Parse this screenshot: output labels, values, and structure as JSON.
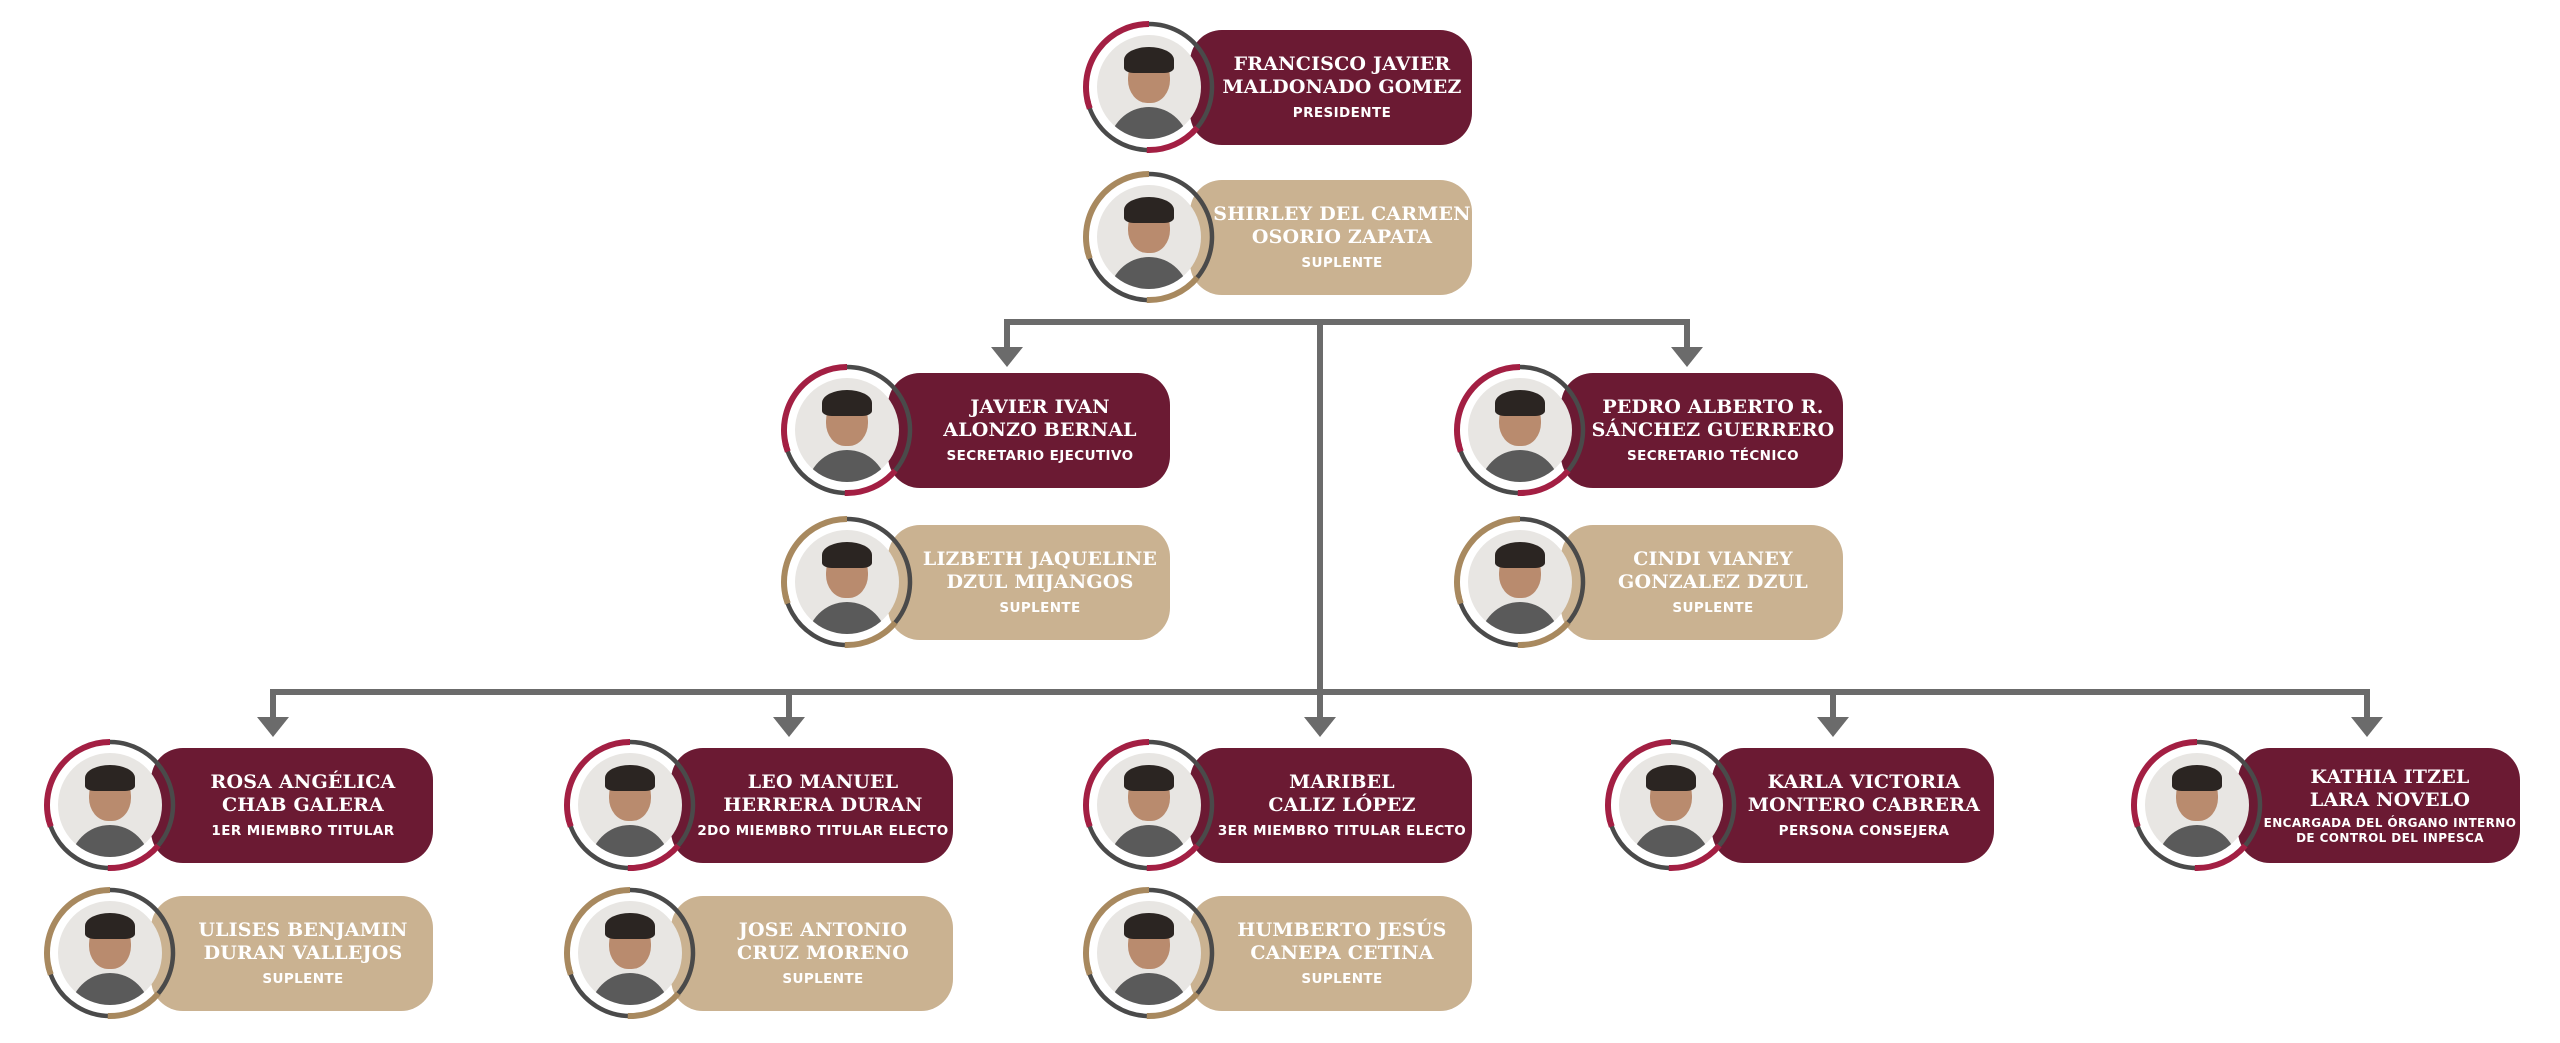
{
  "colors": {
    "titular_box": "#6b1a33",
    "suplente_box": "#cab291",
    "titular_accent": "#a31f43",
    "suplente_accent": "#a8895f",
    "ring_gray": "#4a4a4a",
    "connector": "#6b6b6b",
    "text": "#ffffff"
  },
  "members": [
    {
      "id": "president",
      "type": "titular",
      "name_line1": "FRANCISCO JAVIER",
      "name_line2": "MALDONADO GOMEZ",
      "role": "PRESIDENTE",
      "photo": "photo-icon"
    },
    {
      "id": "president-suplente",
      "type": "suplente",
      "name_line1": "SHIRLEY DEL CARMEN",
      "name_line2": "OSORIO ZAPATA",
      "role": "SUPLENTE",
      "photo": "photo-icon"
    },
    {
      "id": "sec-ejecutivo",
      "type": "titular",
      "name_line1": "JAVIER IVAN",
      "name_line2": "ALONZO BERNAL",
      "role": "SECRETARIO EJECUTIVO",
      "photo": "photo-icon"
    },
    {
      "id": "sec-ejecutivo-suplente",
      "type": "suplente",
      "name_line1": "LIZBETH JAQUELINE",
      "name_line2": "DZUL MIJANGOS",
      "role": "SUPLENTE",
      "photo": "photo-icon"
    },
    {
      "id": "sec-tecnico",
      "type": "titular",
      "name_line1": "PEDRO ALBERTO R.",
      "name_line2": "SÁNCHEZ GUERRERO",
      "role": "SECRETARIO TÉCNICO",
      "photo": "photo-icon"
    },
    {
      "id": "sec-tecnico-suplente",
      "type": "suplente",
      "name_line1": "CINDI VIANEY",
      "name_line2": "GONZALEZ DZUL",
      "role": "SUPLENTE",
      "photo": "photo-icon"
    },
    {
      "id": "miembro-1",
      "type": "titular",
      "name_line1": "ROSA ANGÉLICA",
      "name_line2": "CHAB GALERA",
      "role": "1ER MIEMBRO TITULAR",
      "photo": "photo-icon"
    },
    {
      "id": "miembro-1-suplente",
      "type": "suplente",
      "name_line1": "ULISES BENJAMIN",
      "name_line2": "DURAN VALLEJOS",
      "role": "SUPLENTE",
      "photo": "photo-icon"
    },
    {
      "id": "miembro-2",
      "type": "titular",
      "name_line1": "LEO MANUEL",
      "name_line2": "HERRERA DURAN",
      "role": "2DO MIEMBRO TITULAR ELECTO",
      "photo": "photo-icon"
    },
    {
      "id": "miembro-2-suplente",
      "type": "suplente",
      "name_line1": "JOSE ANTONIO",
      "name_line2": "CRUZ MORENO",
      "role": "SUPLENTE",
      "photo": "photo-icon"
    },
    {
      "id": "miembro-3",
      "type": "titular",
      "name_line1": "MARIBEL",
      "name_line2": "CALIZ LÓPEZ",
      "role": "3ER MIEMBRO TITULAR ELECTO",
      "photo": "photo-icon"
    },
    {
      "id": "miembro-3-suplente",
      "type": "suplente",
      "name_line1": "HUMBERTO JESÚS",
      "name_line2": "CANEPA CETINA",
      "role": "SUPLENTE",
      "photo": "photo-icon"
    },
    {
      "id": "consejera",
      "type": "titular",
      "name_line1": "KARLA VICTORIA",
      "name_line2": "MONTERO CABRERA",
      "role": "PERSONA CONSEJERA",
      "photo": "photo-icon"
    },
    {
      "id": "organo-interno",
      "type": "titular",
      "name_line1": "KATHIA ITZEL",
      "name_line2": "LARA NOVELO",
      "role_line1": "ENCARGADA DEL ÓRGANO INTERNO",
      "role_line2": "DE CONTROL DEL INPESCA",
      "photo": "photo-icon"
    }
  ]
}
